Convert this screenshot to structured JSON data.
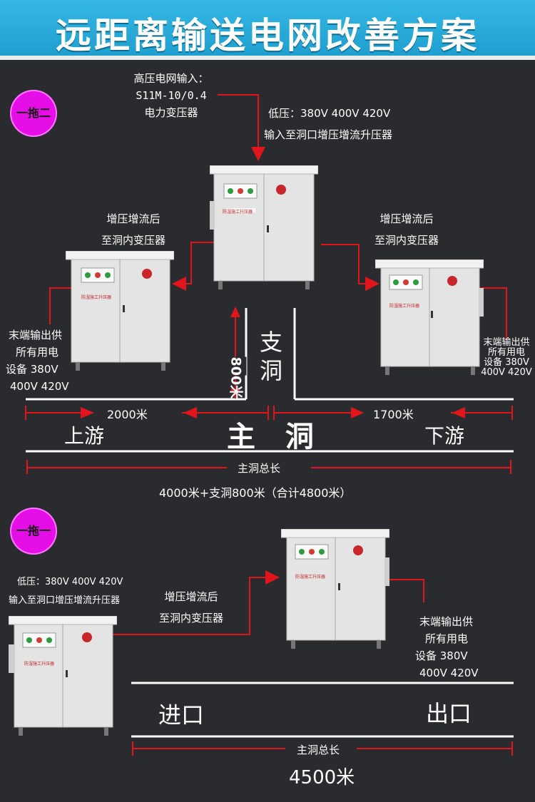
{
  "title": "远距离输送电网改善方案",
  "colors": {
    "arrow": "#e3151c",
    "badge": "#e60ee6",
    "title_bg": "#1fa3d6",
    "cabinet": "#e6e6e6"
  },
  "top": {
    "badge": "一拖二",
    "grid_input": [
      "高压电网输入：",
      "S11M-10/0.4",
      "电力变压器"
    ],
    "low_voltage": [
      "低压：380V 400V 420V",
      "输入至洞口增压增流升压器"
    ],
    "left_label": [
      "增压增流后",
      "至洞内变压器"
    ],
    "right_label": [
      "增压增流后",
      "至洞内变压器"
    ],
    "left_output": [
      "末端输出供",
      "所有用电",
      "设备 380V",
      "400V 420V"
    ],
    "right_output": [
      "末端输出供",
      "所有用电",
      "设备 380V",
      "400V 420V"
    ],
    "branch_length": "800米",
    "branch_tunnel": [
      "支",
      "洞"
    ],
    "left_distance": "2000米",
    "right_distance": "1700米",
    "upstream": "上游",
    "main_tunnel": "主 洞",
    "downstream": "下游",
    "total_label": "主洞总长",
    "total_value": "4000米+支洞800米（合计4800米）"
  },
  "bottom": {
    "badge": "一拖一",
    "low_voltage": [
      "低压：380V 400V 420V",
      "输入至洞口增压增流升压器"
    ],
    "mid_label": [
      "增压增流后",
      "至洞内变压器"
    ],
    "output": [
      "末端输出供",
      "所有用电",
      "设备 380V",
      "400V 420V"
    ],
    "entrance": "进口",
    "exit": "出口",
    "total_label": "主洞总长",
    "total_value": "4500米"
  },
  "cabinet_label": "防湿施工升压器"
}
